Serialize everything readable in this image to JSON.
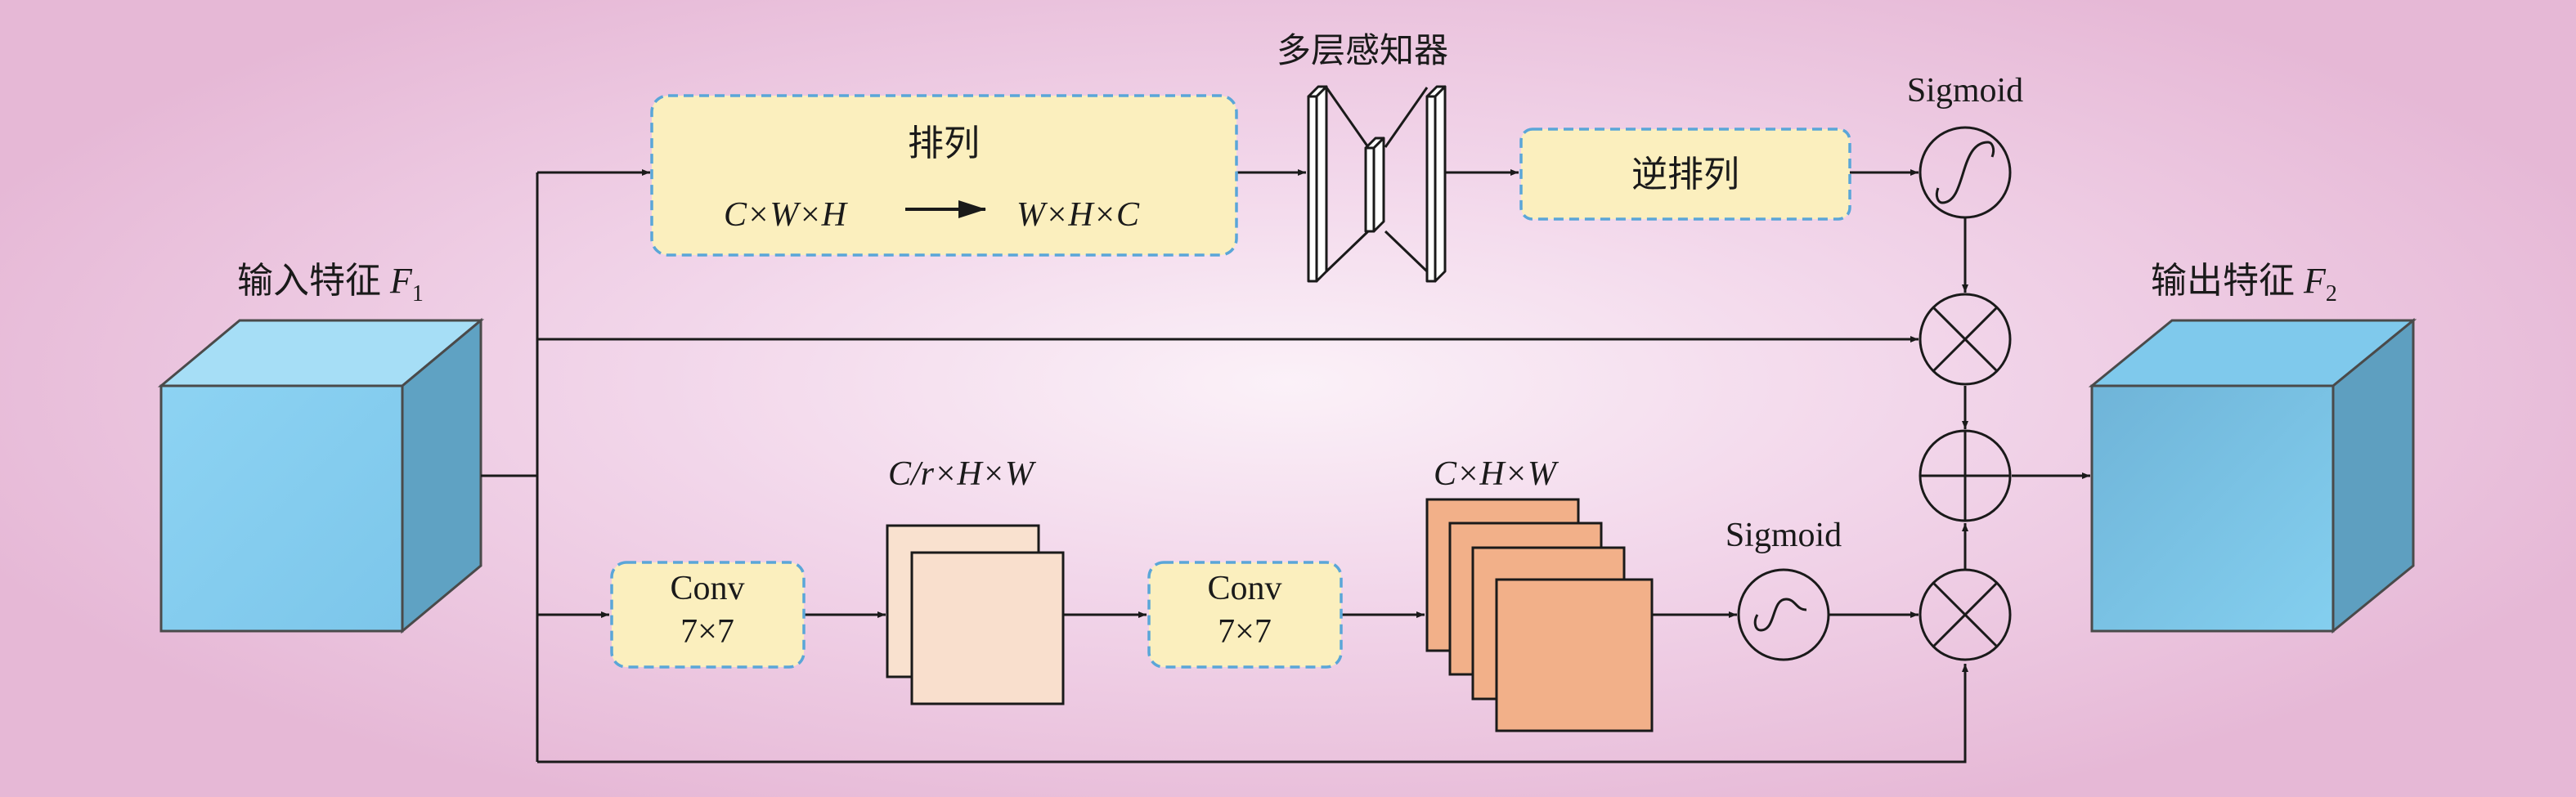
{
  "input_feature": {
    "label": "输入特征 ",
    "symbol": "F",
    "subscript": "1"
  },
  "output_feature": {
    "label": "输出特征 ",
    "symbol": "F",
    "subscript": "2"
  },
  "channel_branch": {
    "permute": {
      "label": "排列",
      "from": "C×W×H",
      "to": "W×H×C"
    },
    "mlp_label": "多层感知器",
    "inverse_permute_label": "逆排列",
    "sigmoid_label": "Sigmoid"
  },
  "spatial_branch": {
    "conv1": {
      "line1": "Conv",
      "line2": "7×7"
    },
    "feature1_label": "C/r×H×W",
    "conv2": {
      "line1": "Conv",
      "line2": "7×7"
    },
    "feature2_label": "C×H×W",
    "sigmoid_label": "Sigmoid"
  },
  "colors": {
    "cube_front": "#86cdf0",
    "cube_side": "#5fa3c4",
    "cube_top": "#a6def6",
    "box_fill": "#fbefbe",
    "box_border": "#5aa6d8",
    "feature_light": "#f9dfcd",
    "feature_orange": "#f2b089",
    "line": "#1a1a1a"
  }
}
